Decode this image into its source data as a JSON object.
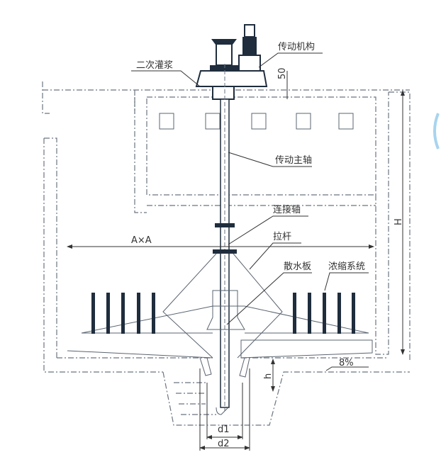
{
  "labels": {
    "grouting": "二次灌浆",
    "drive_mechanism": "传动机构",
    "main_shaft": "传动主轴",
    "connecting_shaft": "连接轴",
    "tie_rod": "拉杆",
    "splash_plate": "散水板",
    "thickening_system": "浓缩系统"
  },
  "dimensions": {
    "width": "A×A",
    "height": "H",
    "clearance": "50",
    "depth": "h",
    "slope": "8%",
    "d1": "d1",
    "d2": "d2"
  },
  "colors": {
    "line": "#5a6470",
    "dark": "#1f2d3d",
    "accent": "#a8d4ee"
  }
}
